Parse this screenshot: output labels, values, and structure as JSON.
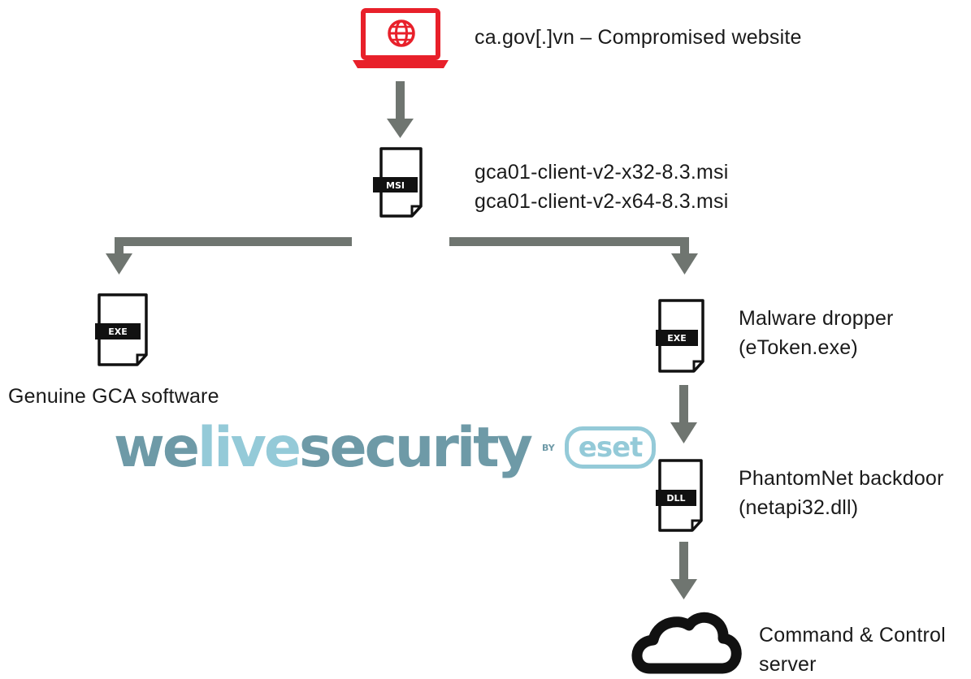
{
  "nodes": {
    "website": {
      "label": "ca.gov[.]vn – Compromised website",
      "icon": "laptop-globe-icon"
    },
    "msi": {
      "tag": "MSI",
      "lines": [
        "gca01-client-v2-x32-8.3.msi",
        "gca01-client-v2-x64-8.3.msi"
      ],
      "icon": "msi-file-icon"
    },
    "genuine": {
      "tag": "EXE",
      "label": "Genuine GCA software",
      "icon": "exe-file-icon"
    },
    "dropper": {
      "tag": "EXE",
      "lines": [
        "Malware dropper",
        "(eToken.exe)"
      ],
      "icon": "exe-file-icon"
    },
    "backdoor": {
      "tag": "DLL",
      "lines": [
        "PhantomNet backdoor",
        "(netapi32.dll)"
      ],
      "icon": "dll-file-icon"
    },
    "c2": {
      "lines": [
        "Command & Control",
        "server"
      ],
      "icon": "cloud-icon"
    }
  },
  "watermark": {
    "we": "we",
    "live": "live",
    "security": "security",
    "by": "BY",
    "brand": "eset"
  },
  "colors": {
    "accent": "#e8202a",
    "arrow": "#6f7570",
    "ink": "#111111",
    "watermark_dark": "#6e9aa7",
    "watermark_light": "#94cad8"
  }
}
